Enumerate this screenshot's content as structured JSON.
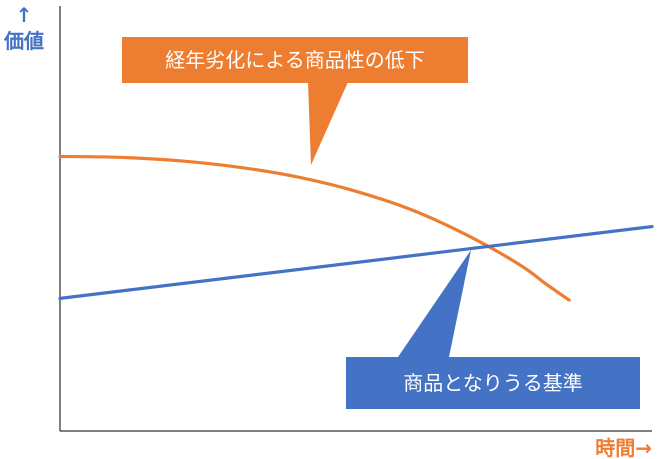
{
  "chart_data": {
    "type": "line",
    "title": "",
    "ylabel": "↑\n価値",
    "xlabel": "時間→",
    "xlim": [
      0,
      100
    ],
    "ylim": [
      0,
      100
    ],
    "grid": false,
    "legend": "none",
    "series": [
      {
        "name": "経年劣化による商品性の低下",
        "color": "#ed7d31",
        "x": [
          0,
          10,
          20,
          30,
          40,
          50,
          60,
          70,
          78,
          82,
          86
        ],
        "y": [
          64.6,
          64.4,
          63.6,
          62.1,
          59.8,
          56.4,
          51.7,
          45.2,
          38.8,
          34.7,
          30.8
        ]
      },
      {
        "name": "商品となりうる基準",
        "color": "#4472c4",
        "x": [
          0,
          100
        ],
        "y": [
          31.2,
          48.1
        ]
      }
    ],
    "annotations": [
      {
        "text": "経年劣化による商品性の低下",
        "series": 0,
        "color": "#ed7d31"
      },
      {
        "text": "商品となりうる基準",
        "series": 1,
        "color": "#4472c4"
      }
    ],
    "colors": {
      "axis": "#000000",
      "label": "#4472c4",
      "xlabel": "#ed7d31",
      "decline": "#ed7d31",
      "standard": "#4472c4"
    }
  }
}
